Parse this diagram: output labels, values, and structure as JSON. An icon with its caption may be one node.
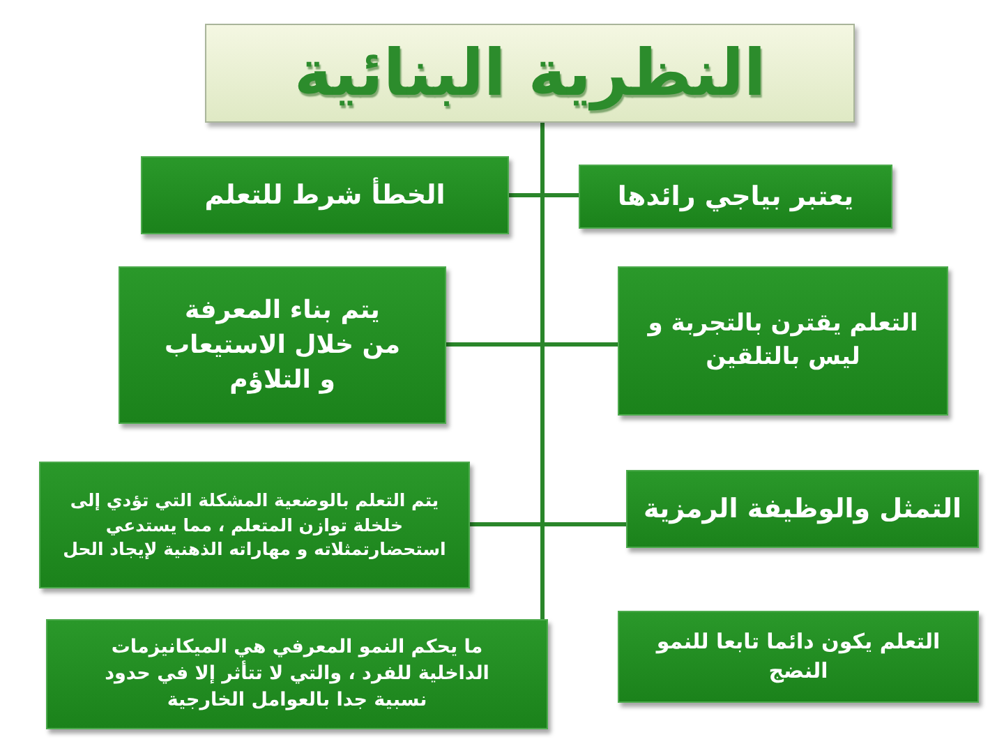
{
  "diagram": {
    "nodes": [
      {
        "text": [
          "النظرية البنائية"
        ]
      },
      {
        "text": [
          "يعتبر بياجي رائدها"
        ]
      },
      {
        "text": [
          "الخطأ شرط للتعلم"
        ]
      },
      {
        "text": [
          "التعلم يقترن بالتجربة و ليس بالتلقين"
        ]
      },
      {
        "text": [
          "يتم بناء المعرفة من خلال الاستيعاب و التلاؤم"
        ]
      },
      {
        "text": [
          "التمثل والوظيفة الرمزية"
        ]
      },
      {
        "text": [
          "يتم التعلم بالوضعية المشكلة التي تؤدي إلى خلخلة توازن المتعلم ، مما يستدعي استحضارتمثلاته و مهاراته الذهنية لإيجاد الحل"
        ]
      },
      {
        "text": [
          "التعلم يكون دائما تابعا للنمو النضج"
        ]
      },
      {
        "text": [
          "ما يحكم النمو المعرفي هي الميكانيزمات الداخلية للفرد ، والتي لا تتأثر إلا في حدود نسبية جدا بالعوامل الخارجية"
        ]
      }
    ],
    "edges": [
      {
        "from": 0,
        "to": 1,
        "arrow": "none"
      },
      {
        "from": 0,
        "to": 2,
        "arrow": "none"
      },
      {
        "from": 0,
        "to": 3,
        "arrow": "none"
      },
      {
        "from": 0,
        "to": 4,
        "arrow": "none"
      },
      {
        "from": 0,
        "to": 5,
        "arrow": "none"
      },
      {
        "from": 0,
        "to": 6,
        "arrow": "none"
      },
      {
        "from": 0,
        "to": 8,
        "arrow": "none"
      }
    ]
  }
}
